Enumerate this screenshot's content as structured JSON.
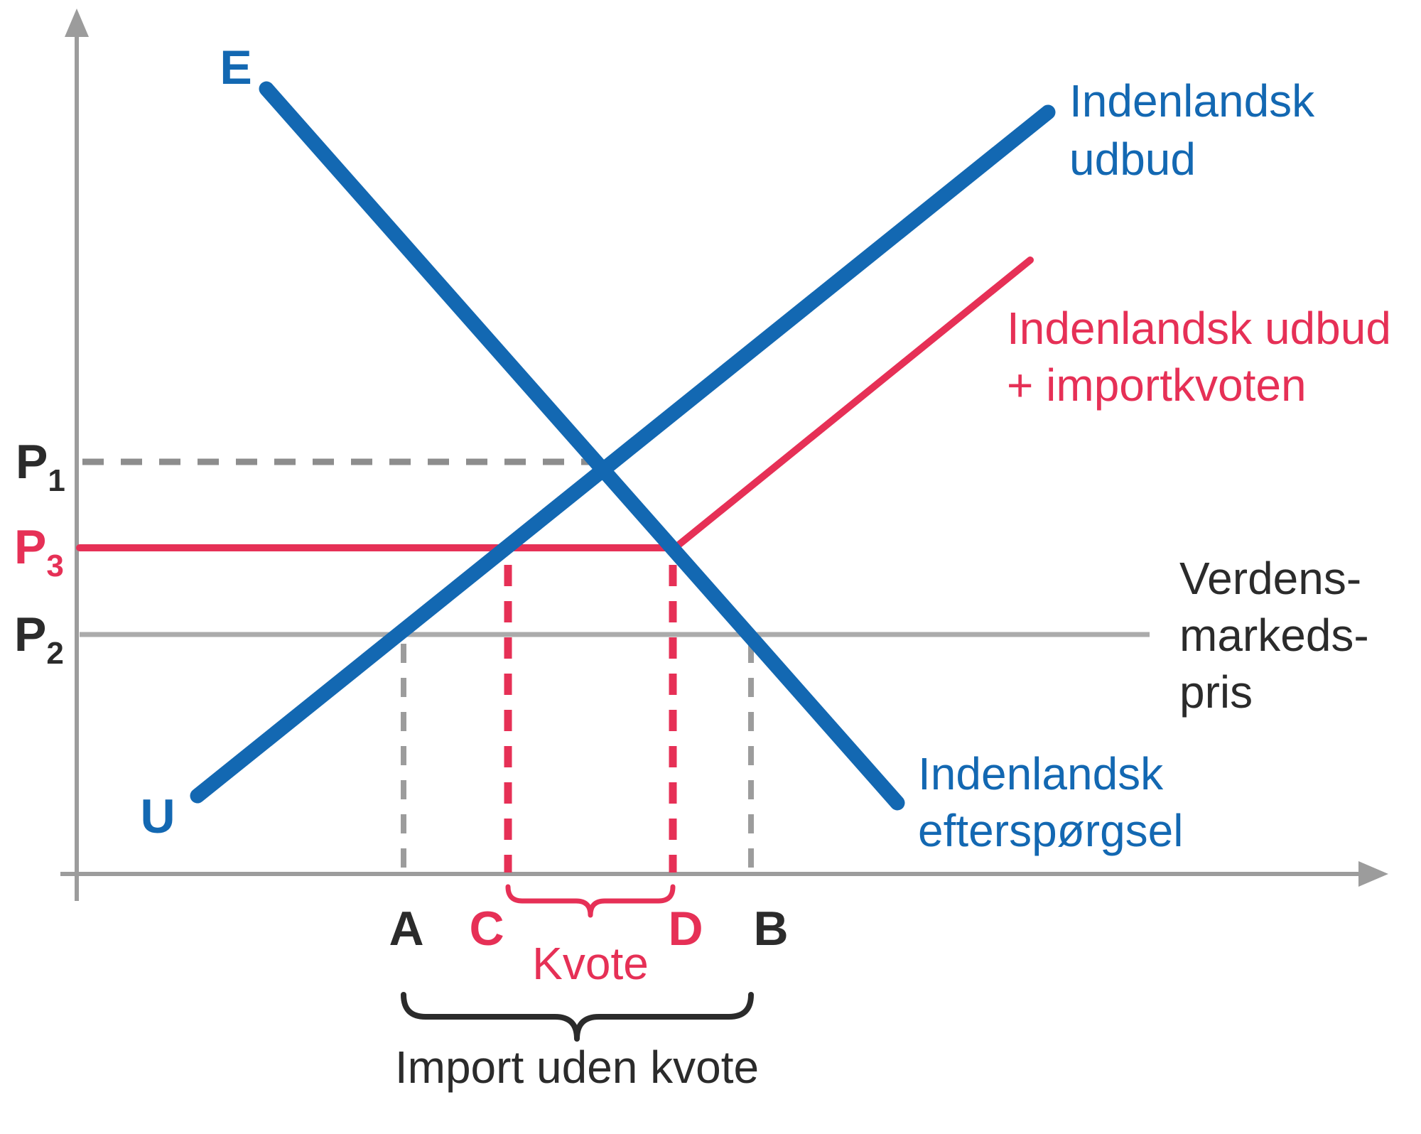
{
  "figure": {
    "colors": {
      "blue": "#1368b2",
      "red": "#e63056",
      "axis_gray": "#9c9c9c",
      "price_line_gray": "#ababab",
      "dash_gray": "#8d8d8d",
      "text_dark": "#2b2b2b"
    },
    "labels": {
      "demand_origin": "E",
      "supply_origin": "U",
      "supply": [
        "Indenlandsk",
        "udbud"
      ],
      "supply_plus_quota": [
        "Indenlandsk udbud",
        "+ importkvoten"
      ],
      "demand": [
        "Indenlandsk",
        "efterspørgsel"
      ],
      "world_market_price": [
        "Verdens-",
        "markeds-",
        "pris"
      ],
      "price_p1": {
        "base": "P",
        "sub": "1"
      },
      "price_p3": {
        "base": "P",
        "sub": "3"
      },
      "price_p2": {
        "base": "P",
        "sub": "2"
      },
      "point_a": "A",
      "point_c": "C",
      "point_d": "D",
      "point_b": "B",
      "quota_brace": "Kvote",
      "import_brace": "Import uden kvote"
    }
  }
}
